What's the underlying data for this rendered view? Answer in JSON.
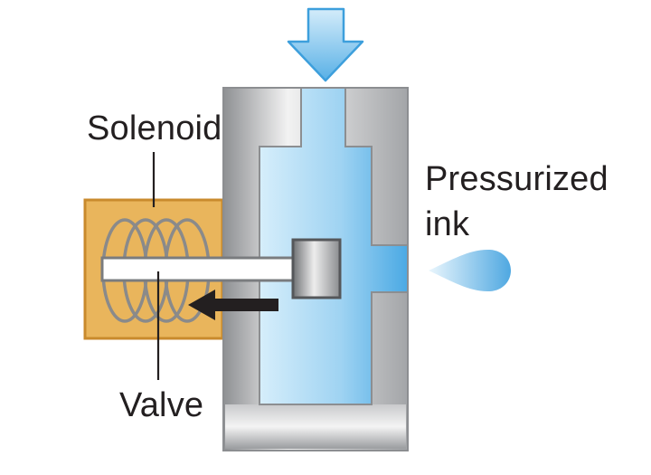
{
  "labels": {
    "solenoid": "Solenoid",
    "valve": "Valve",
    "pressurized_line1": "Pressurized",
    "pressurized_line2": "ink"
  },
  "colors": {
    "housing_gray": "#9d9fa2",
    "ink_blue": "#5fb4e8",
    "ink_light": "#bfe3f7",
    "solenoid_fill": "#e9b55c",
    "solenoid_border": "#c98a2d",
    "coil": "#8a8a8a",
    "arrow_dark": "#231f20",
    "text": "#231f20"
  },
  "icons": {
    "inflow": "down-arrow-icon",
    "motion": "left-arrow-icon",
    "ejected_ink": "ink-droplet-icon"
  }
}
